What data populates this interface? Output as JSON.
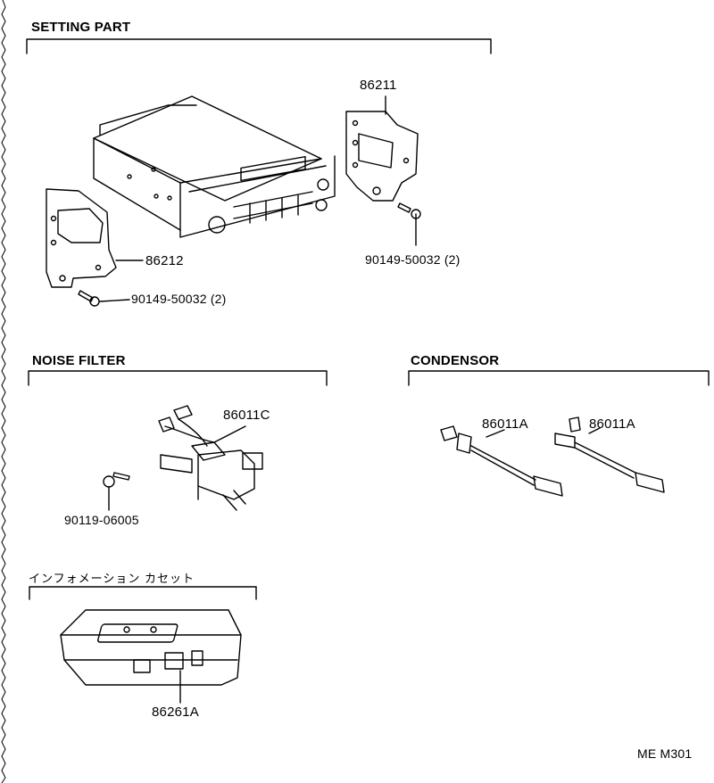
{
  "sections": {
    "setting_part": {
      "title": "SETTING PART",
      "parts": {
        "bracket_right": "86211",
        "bracket_left": "86212",
        "screw_right": "90149-50032 (2)",
        "screw_left": "90149-50032 (2)"
      }
    },
    "noise_filter": {
      "title": "NOISE FILTER",
      "parts": {
        "filter": "86011C",
        "screw": "90119-06005"
      }
    },
    "condensor": {
      "title": "CONDENSOR",
      "parts": {
        "condensor_left": "86011A",
        "condensor_right": "86011A"
      }
    },
    "information_cassette": {
      "title": "インフォメーション カセット",
      "parts": {
        "cassette": "86261A"
      }
    }
  },
  "drawing_code": "ME M301"
}
